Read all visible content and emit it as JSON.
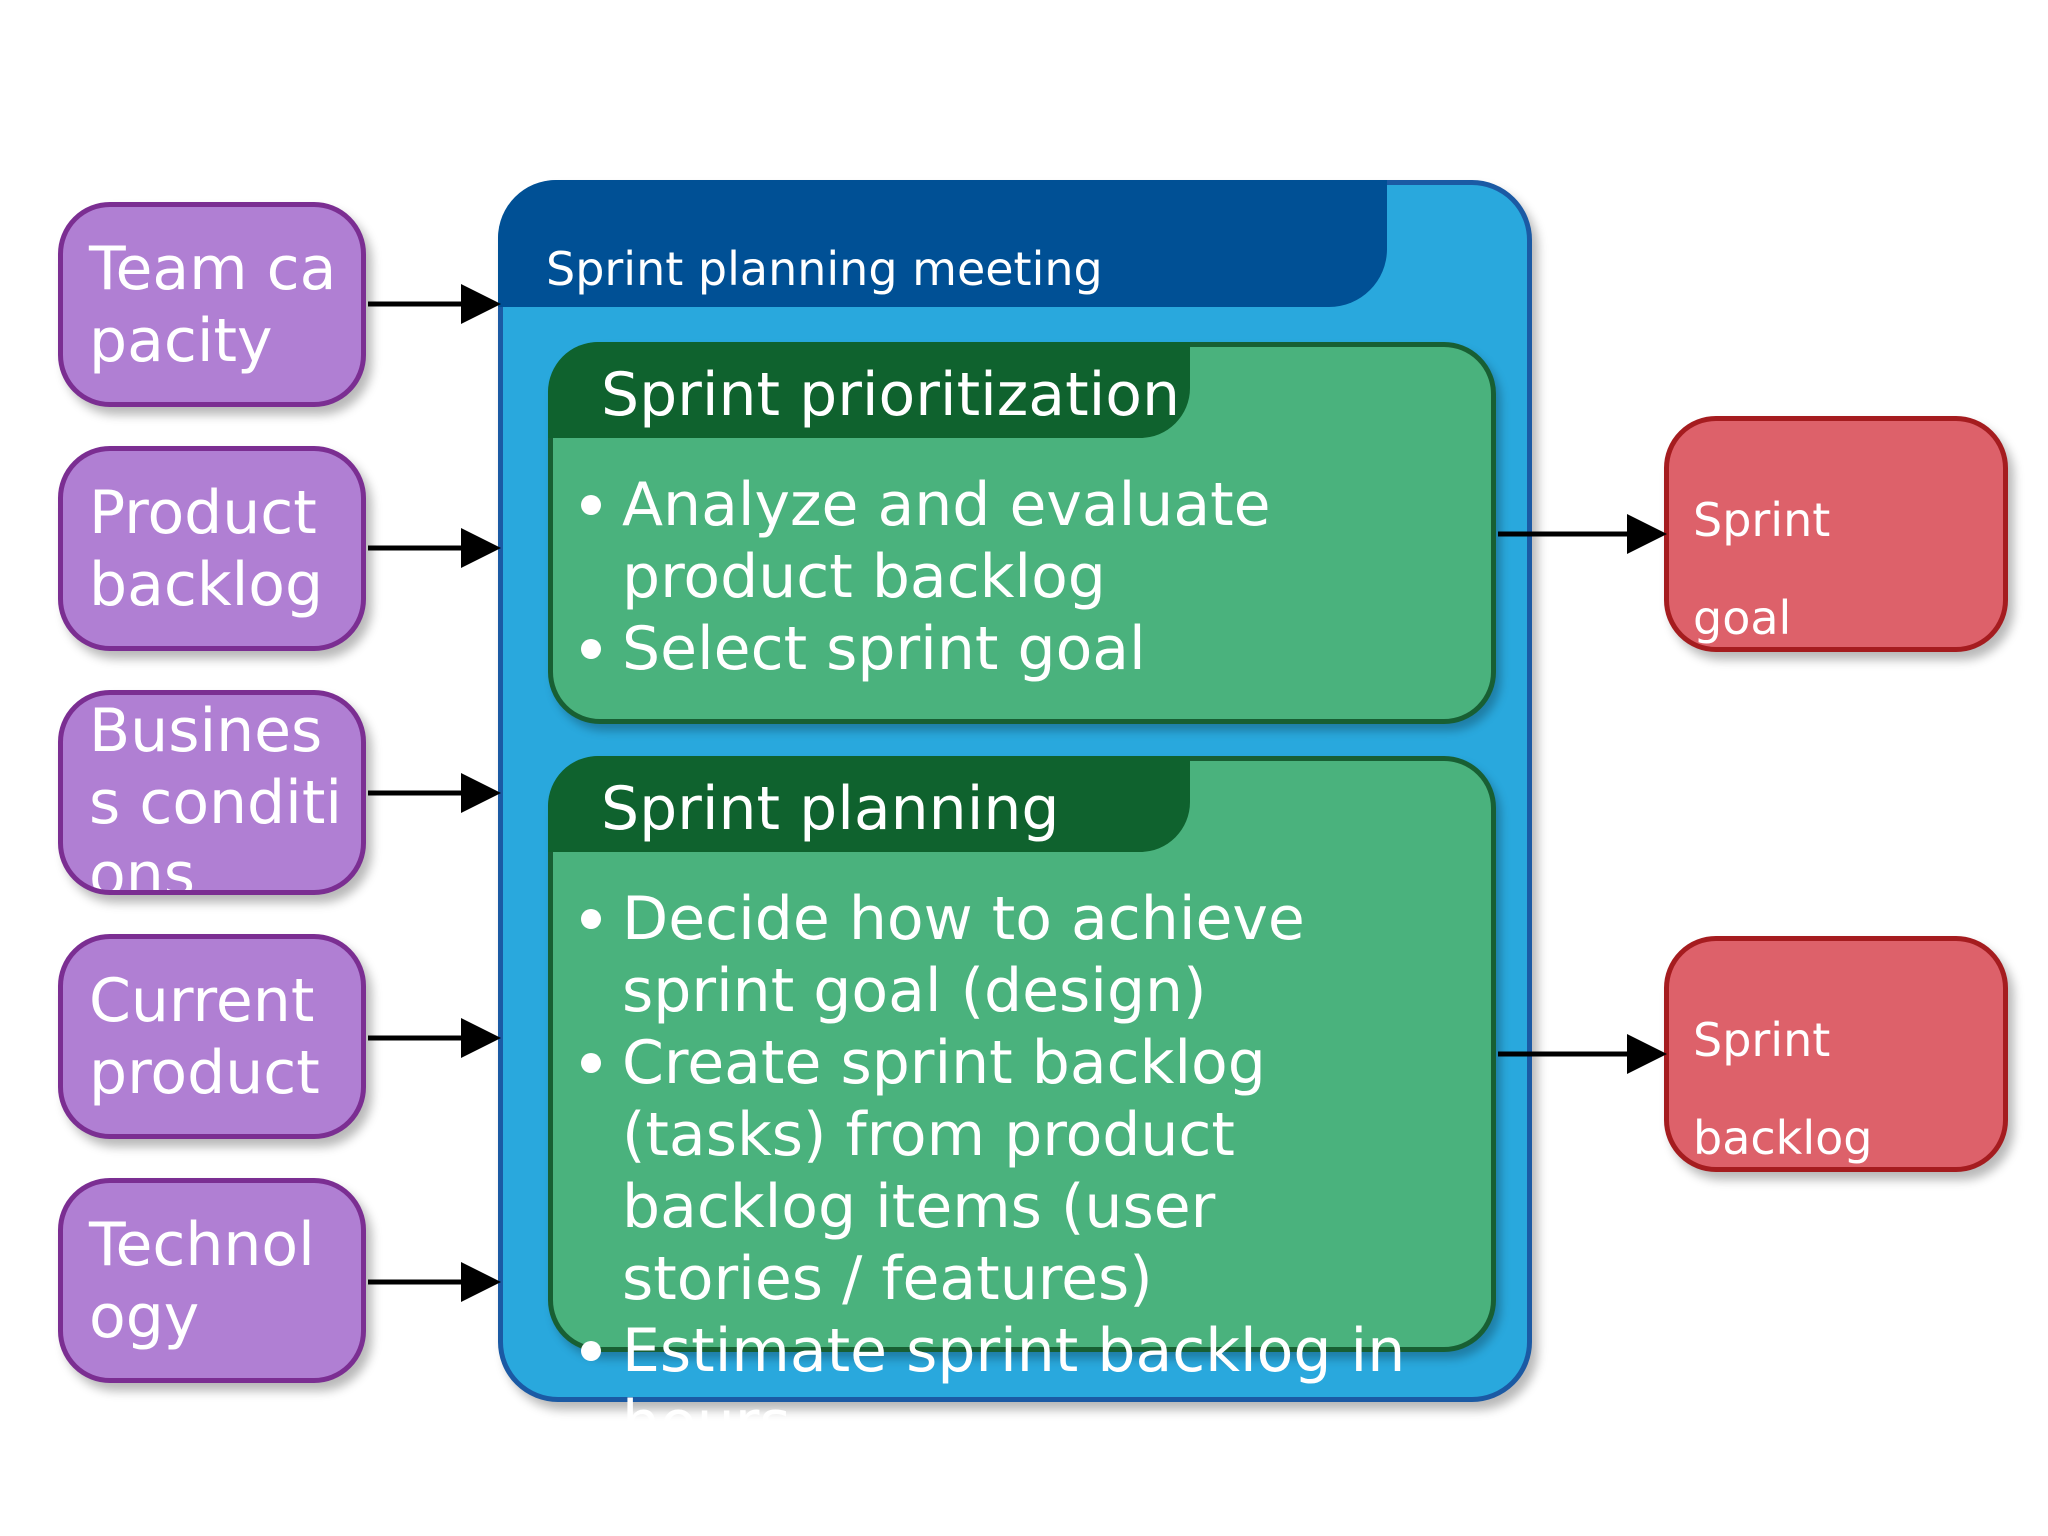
{
  "inputs": [
    {
      "label": "Team capacity"
    },
    {
      "label": "Product backlog"
    },
    {
      "label": "Business conditions"
    },
    {
      "label": "Current product"
    },
    {
      "label": "Technology"
    }
  ],
  "meeting": {
    "title": "Sprint planning meeting",
    "phases": [
      {
        "title": "Sprint prioritization",
        "items": [
          "Analyze and evaluate product backlog",
          "Select sprint goal"
        ]
      },
      {
        "title": "Sprint planning",
        "items": [
          "Decide how to achieve sprint goal (design)",
          "Create sprint backlog (tasks) from product backlog items (user stories / features)",
          "Estimate sprint backlog in hours"
        ]
      }
    ]
  },
  "outputs": [
    {
      "label": "Sprint goal"
    },
    {
      "label": "Sprint backlog"
    }
  ],
  "colors": {
    "input_fill": "#b07fd3",
    "input_border": "#7b2e92",
    "meeting_fill": "#29a8dd",
    "meeting_header": "#005095",
    "phase_fill": "#4ab27d",
    "phase_header": "#0f622e",
    "output_fill": "#dd616a",
    "output_border": "#a51c1f",
    "arrow": "#000000"
  }
}
